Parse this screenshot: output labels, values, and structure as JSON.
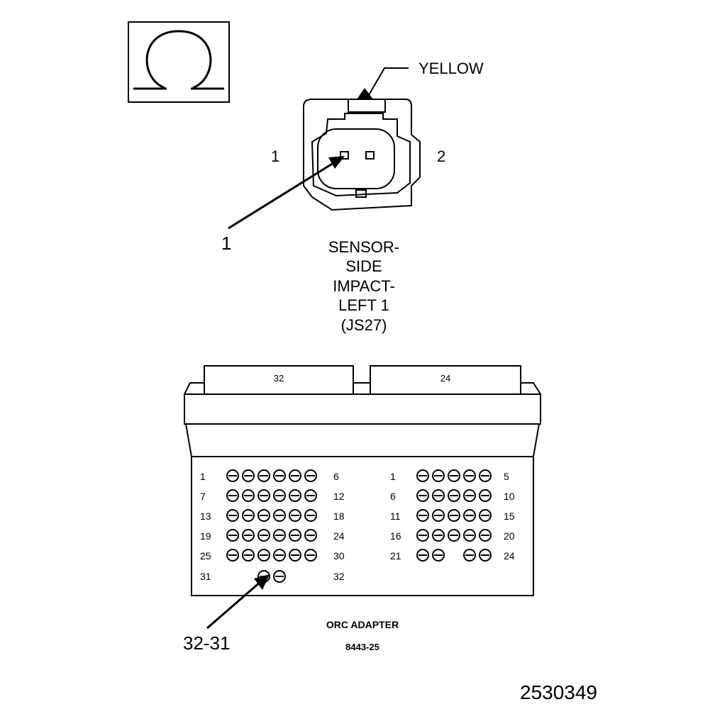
{
  "ohm_symbol": "Ω",
  "sensor": {
    "wire_color": "YELLOW",
    "pin_left": "1",
    "pin_right": "2",
    "callout": "1",
    "title_lines": [
      "SENSOR-",
      "SIDE",
      "IMPACT-",
      "LEFT 1",
      "(JS27)"
    ]
  },
  "adapter": {
    "tab_left": "32",
    "tab_right": "24",
    "left_block": {
      "rows": [
        {
          "start": "1",
          "end": "6",
          "pins": [
            true,
            true,
            true,
            true,
            true,
            true
          ]
        },
        {
          "start": "7",
          "end": "12",
          "pins": [
            true,
            true,
            true,
            true,
            true,
            true
          ]
        },
        {
          "start": "13",
          "end": "18",
          "pins": [
            true,
            true,
            true,
            true,
            true,
            true
          ]
        },
        {
          "start": "19",
          "end": "24",
          "pins": [
            true,
            true,
            true,
            true,
            true,
            true
          ]
        },
        {
          "start": "25",
          "end": "30",
          "pins": [
            true,
            true,
            true,
            true,
            true,
            true
          ]
        },
        {
          "start": "31",
          "end": "32",
          "pins": [
            false,
            false,
            true,
            true,
            false,
            false
          ]
        }
      ]
    },
    "right_block": {
      "rows": [
        {
          "start": "1",
          "end": "5",
          "pins": [
            true,
            true,
            true,
            true,
            true
          ]
        },
        {
          "start": "6",
          "end": "10",
          "pins": [
            true,
            true,
            true,
            true,
            true
          ]
        },
        {
          "start": "11",
          "end": "15",
          "pins": [
            true,
            true,
            true,
            true,
            true
          ]
        },
        {
          "start": "16",
          "end": "20",
          "pins": [
            true,
            true,
            true,
            true,
            true
          ]
        },
        {
          "start": "21",
          "end": "24",
          "pins": [
            true,
            true,
            false,
            true,
            true
          ]
        }
      ]
    },
    "callout": "32-31",
    "name": "ORC ADAPTER",
    "part_number": "8443-25"
  },
  "figure_number": "2530349"
}
